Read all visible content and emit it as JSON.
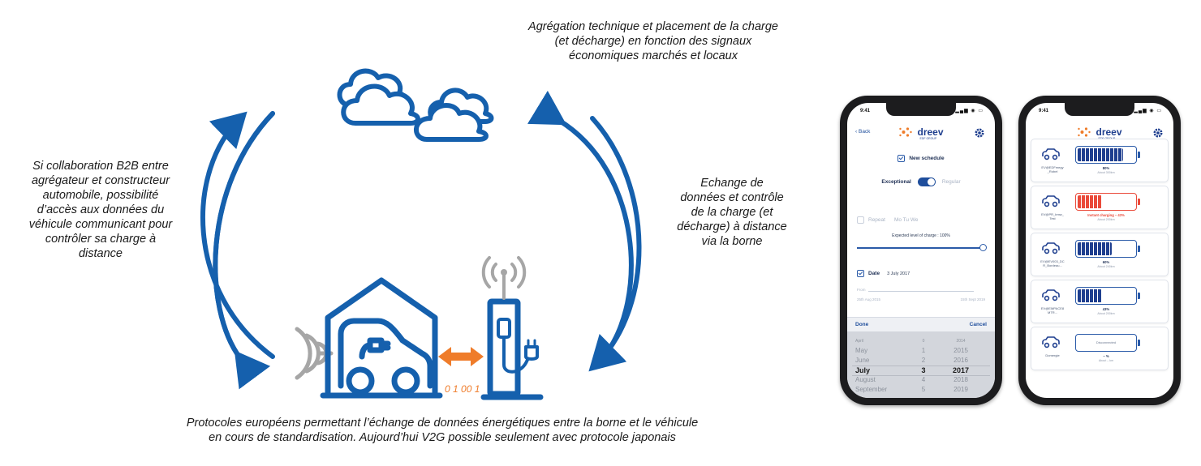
{
  "captions": {
    "top": "Agrégation technique et placement de la charge\n(et décharge) en fonction des signaux\néconomiques marchés et locaux",
    "left": "Si collaboration B2B entre\nagrégateur et constructeur\nautomobile, possibilité\nd’accès aux données du\nvéhicule communicant pour\ncontrôler sa charge à\ndistance",
    "right": "Echange de\ndonnées et contrôle\nde la charge (et\ndécharge) à distance\nvia la borne",
    "bottom": "Protocoles européens permettant l’échange de données énergétiques entre la borne et le véhicule\nen cours de standardisation. Aujourd’hui V2G possible seulement avec protocole japonais"
  },
  "diagram": {
    "data_bits": "0 1 00 1",
    "colors": {
      "primary": "#1560ad",
      "orange": "#ef7c2a",
      "grey": "#a6a6a6"
    },
    "icons": [
      "cloud-icon",
      "house-car-icon",
      "charging-station-icon",
      "wireless-signal-icon",
      "antenna-signal-icon",
      "double-arrow-icon"
    ]
  },
  "phone1": {
    "status_time": "9:41",
    "back_label": "Back",
    "logo": "dreev",
    "logo_sub": "EDF GROUP",
    "new_schedule": "New schedule",
    "exceptional": "Exceptional",
    "regular": "Regular",
    "repeat": "Repeat",
    "repeat_days": "Mo Tu We",
    "expected_level": "Expected level of charge : 100%",
    "date_label": "Date",
    "date_value": "3 July 2017",
    "from_label": "From",
    "from_value": "25th Aug 2015",
    "until_value": "15th Sept 2019",
    "done": "Done",
    "cancel": "Cancel",
    "picker_months": [
      "April",
      "May",
      "June",
      "July",
      "August",
      "September"
    ],
    "picker_days": [
      "0",
      "1",
      "2",
      "3",
      "4",
      "5"
    ],
    "picker_years": [
      "2014",
      "2015",
      "2016",
      "2017",
      "2018",
      "2019"
    ]
  },
  "phone2": {
    "status_time": "9:41",
    "logo": "dreev",
    "logo_sub": "EDF GROUP",
    "cars": [
      {
        "name": "EV@EDFmegy\n_Robel",
        "level": 0.8,
        "label": "80%",
        "sub": "About 300km",
        "state": "normal"
      },
      {
        "name": "EV@PR_bmw_\nTest",
        "level": 0.43,
        "label": "Instant charging – 43%",
        "sub": "About 200km",
        "state": "alert"
      },
      {
        "name": "EV@EV003_DC\nR_Bordeau...",
        "level": 0.6,
        "label": "60%",
        "sub": "About 240km",
        "state": "normal"
      },
      {
        "name": "EV@EMPACE8\nMTR...",
        "level": 0.43,
        "label": "43%",
        "sub": "About 200km",
        "state": "normal"
      },
      {
        "name": "Domergie",
        "level": 0,
        "label": "– %",
        "sub": "About – km",
        "state": "disconnected",
        "inner": "Disconnected"
      }
    ]
  }
}
